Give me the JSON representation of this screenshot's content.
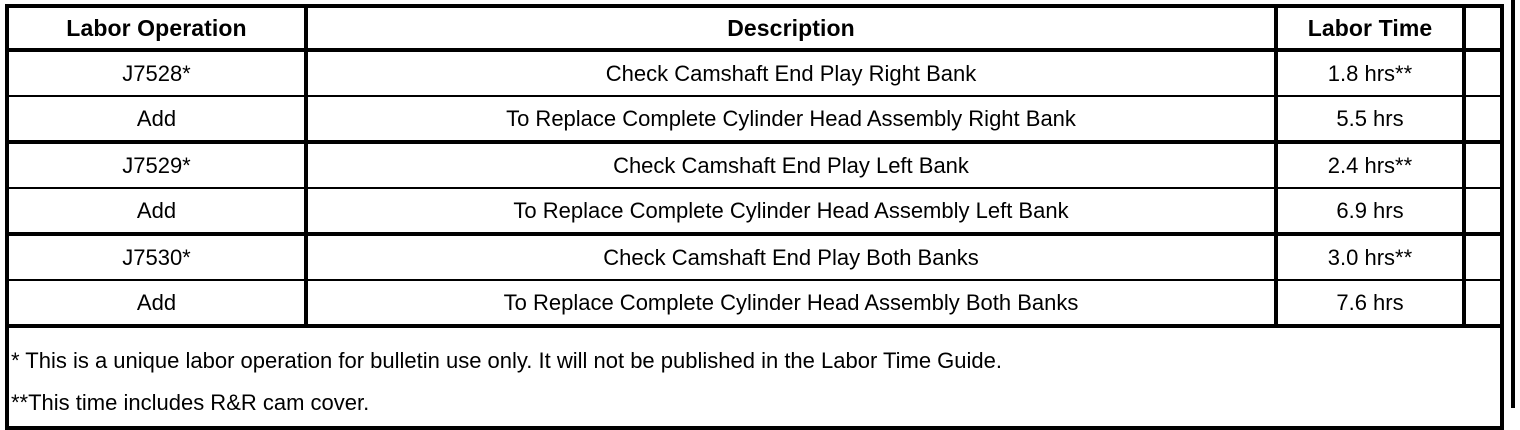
{
  "table": {
    "columns": [
      {
        "key": "operation",
        "label": "Labor Operation"
      },
      {
        "key": "description",
        "label": "Description"
      },
      {
        "key": "time",
        "label": "Labor Time"
      }
    ],
    "rows": [
      {
        "operation": "J7528*",
        "description": "Check Camshaft End Play Right Bank",
        "time": "1.8 hrs**"
      },
      {
        "operation": "Add",
        "description": "To Replace Complete Cylinder Head Assembly Right Bank",
        "time": "5.5 hrs"
      },
      {
        "operation": "J7529*",
        "description": "Check Camshaft End Play Left Bank",
        "time": "2.4 hrs**"
      },
      {
        "operation": "Add",
        "description": "To Replace Complete Cylinder Head Assembly Left Bank",
        "time": "6.9 hrs"
      },
      {
        "operation": "J7530*",
        "description": "Check Camshaft End Play Both Banks",
        "time": "3.0 hrs**"
      },
      {
        "operation": "Add",
        "description": "To Replace Complete Cylinder Head Assembly Both Banks",
        "time": "7.6 hrs"
      }
    ],
    "footnotes": [
      "* This is a unique labor operation for bulletin use only. It will not be published in the Labor Time Guide.",
      "**This time includes R&R cam cover."
    ]
  },
  "colors": {
    "rule": "#000000",
    "text": "#000000",
    "background": "#ffffff"
  }
}
